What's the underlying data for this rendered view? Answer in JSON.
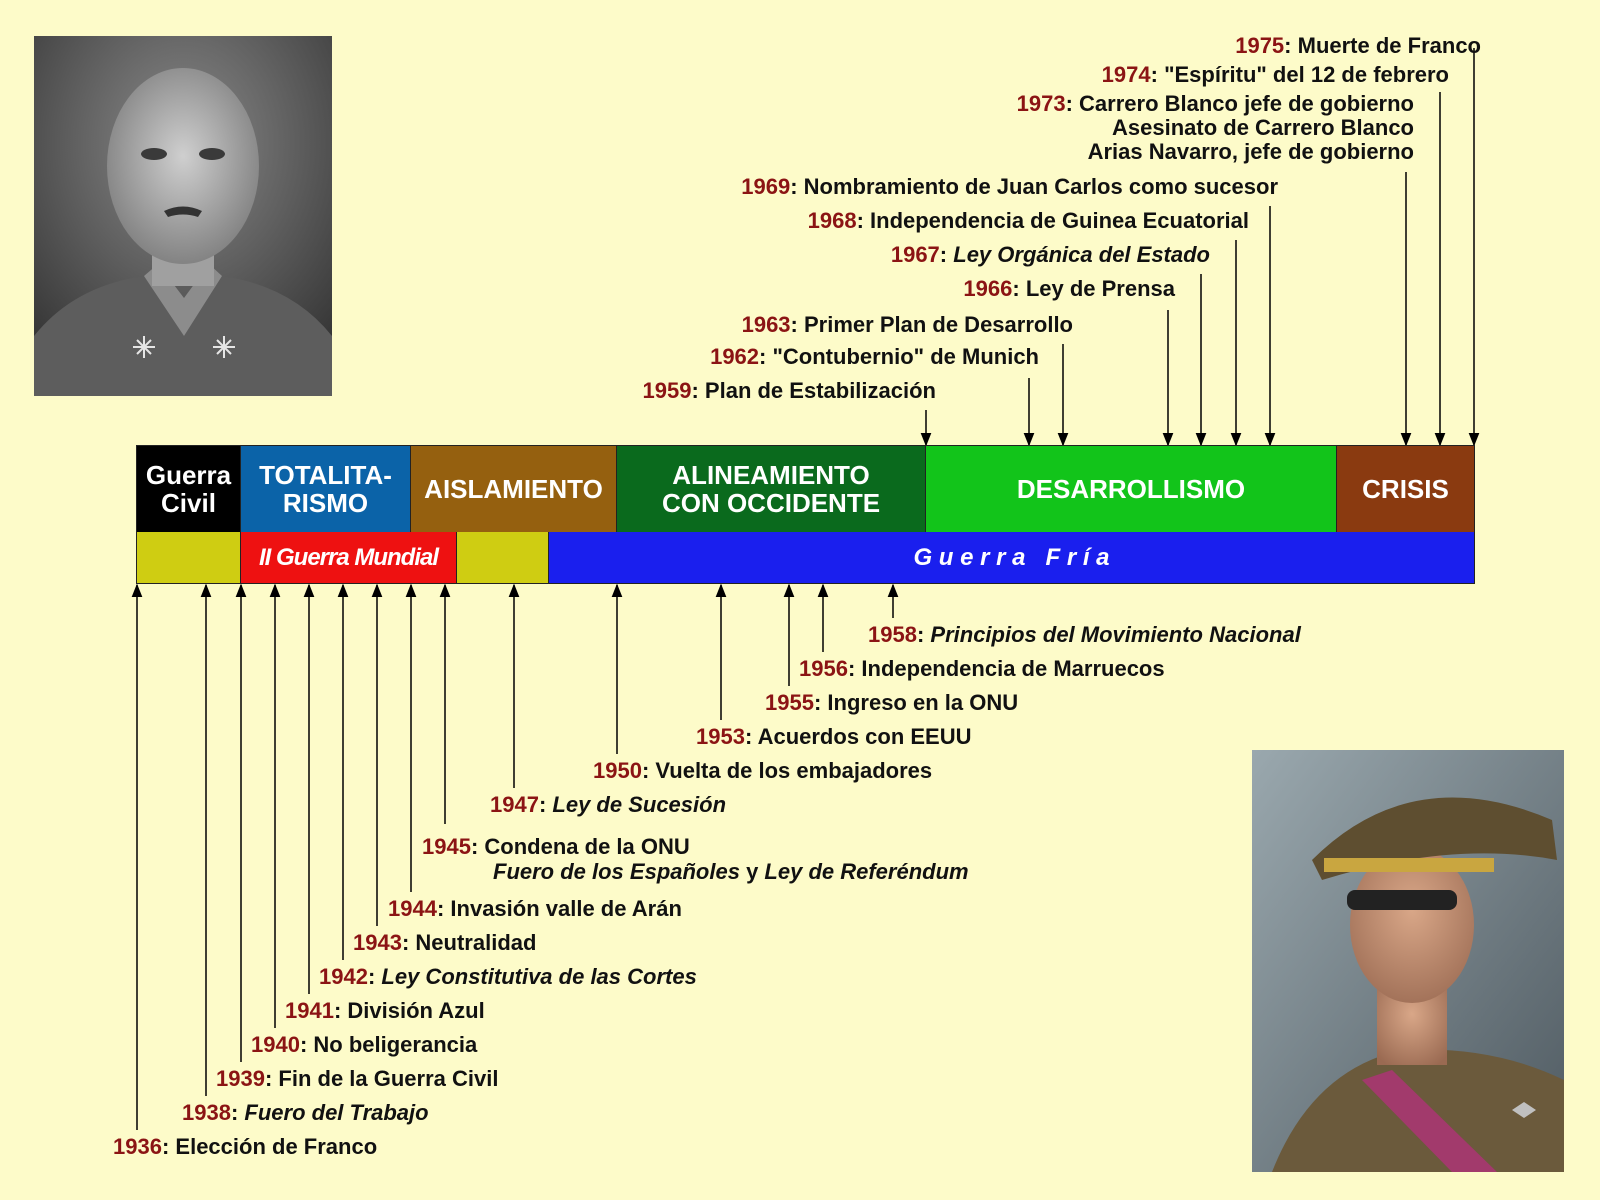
{
  "colors": {
    "background": "#fdfbc9",
    "year": "#8b1414",
    "guerra_civil": "#000000",
    "totalitarismo": "#0b63a8",
    "aislamiento": "#95600f",
    "alineamiento": "#0a6a1d",
    "desarrollismo": "#12c41a",
    "crisis": "#8a3a10",
    "neutral_period": "#cfcd12",
    "ii_guerra_mundial": "#ee1111",
    "guerra_fria": "#1a1fee"
  },
  "periods": [
    "Guerra\nCivil",
    "TOTALITA-\nRISMO",
    "AISLAMIENTO",
    "ALINEAMIENTO\nCON OCCIDENTE",
    "DESARROLLISMO",
    "CRISIS"
  ],
  "context": {
    "ii_guerra_mundial": "II Guerra Mundial",
    "guerra_fria": "G u e r r a   F r í a"
  },
  "photos": {
    "top_left": "portrait-photo",
    "bottom_right": "uniform-photo"
  },
  "events_top": [
    {
      "year": "1975",
      "text": "Muerte de Franco",
      "italic": false
    },
    {
      "year": "1974",
      "text": "\"Espíritu\" del 12 de febrero",
      "italic": false
    },
    {
      "year": "1973",
      "text": "Carrero Blanco jefe de gobierno",
      "extra": [
        "Asesinato de Carrero Blanco",
        "Arias Navarro, jefe de gobierno"
      ],
      "italic": false
    },
    {
      "year": "1969",
      "text": "Nombramiento de Juan Carlos como sucesor",
      "italic": false
    },
    {
      "year": "1968",
      "text": "Independencia de Guinea Ecuatorial",
      "italic": false
    },
    {
      "year": "1967",
      "text": "Ley Orgánica del Estado",
      "italic": true
    },
    {
      "year": "1966",
      "text": "Ley de Prensa",
      "italic": false
    },
    {
      "year": "1963",
      "text": "Primer Plan de Desarrollo",
      "italic": false
    },
    {
      "year": "1962",
      "text": "\"Contubernio\" de Munich",
      "italic": false
    },
    {
      "year": "1959",
      "text": "Plan de Estabilización",
      "italic": false
    }
  ],
  "events_bottom": [
    {
      "year": "1958",
      "text": "Principios del Movimiento Nacional",
      "italic": true
    },
    {
      "year": "1956",
      "text": "Independencia de Marruecos",
      "italic": false
    },
    {
      "year": "1955",
      "text": "Ingreso en la ONU",
      "italic": false
    },
    {
      "year": "1953",
      "text": "Acuerdos con EEUU",
      "italic": false
    },
    {
      "year": "1950",
      "text": "Vuelta de los embajadores",
      "italic": false
    },
    {
      "year": "1947",
      "text": "Ley de Sucesión",
      "italic": true
    },
    {
      "year": "1945",
      "text": "Condena de la ONU",
      "italic": false,
      "line2_a": "Fuero de los Españoles",
      "line2_b": " y ",
      "line2_c": "Ley de Referéndum"
    },
    {
      "year": "1944",
      "text": "Invasión valle de Arán",
      "italic": false
    },
    {
      "year": "1943",
      "text": "Neutralidad",
      "italic": false
    },
    {
      "year": "1942",
      "text": "Ley Constitutiva de las Cortes",
      "italic": true
    },
    {
      "year": "1941",
      "text": "División Azul",
      "italic": false
    },
    {
      "year": "1940",
      "text": "No beligerancia",
      "italic": false
    },
    {
      "year": "1939",
      "text": "Fin de la Guerra Civil",
      "italic": false
    },
    {
      "year": "1938",
      "text": "Fuero del Trabajo",
      "italic": true
    },
    {
      "year": "1936",
      "text": "Elección de Franco",
      "italic": false
    }
  ]
}
